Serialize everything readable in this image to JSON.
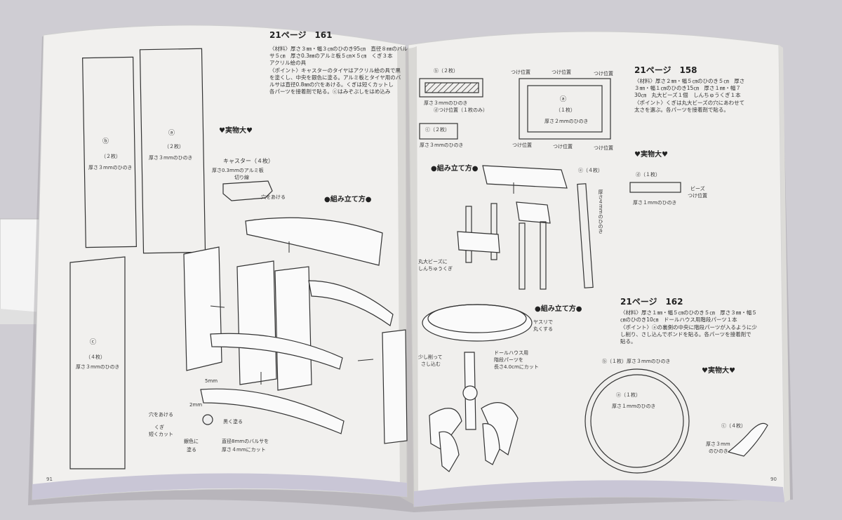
{
  "left_page": {
    "title": "21ページ　161",
    "materials": "〈材料〉厚さ３㎜・幅３㎝のひのき95㎝　直径８㎜のバル",
    "materials_2": "サ５㎝　厚さ0.3㎜のアルミ板５㎝×５㎝　くぎ３本",
    "materials_3": "アクリル絵の具",
    "point": "〈ポイント〉キャスターのタイヤはアクリル絵の具で黒",
    "point_2": "を塗くし、中央を銀色に塗る。アルミ板とタイヤ用のバ",
    "point_3": "ルサは直径0.8㎜の穴をあける。くぎは短くカットし",
    "point_4": "各パーツを接着剤で貼る。ⓒはみぞぶしをはめ込み",
    "section_actual": "♥実物大♥",
    "section_assembly": "●組み立て方●",
    "caster_label": "キャスター（４枚）",
    "caster_sub": "厚さ0.3mmのアルミ板",
    "caster_cut": "切り線",
    "caster_hole": "穴をあける",
    "part_b": "ⓑ",
    "part_b_qty": "（２枚）",
    "part_b_desc": "厚さ３mmのひのき",
    "part_a": "ⓐ",
    "part_a_qty": "（２枚）",
    "part_a_desc": "厚さ３mmのひのき",
    "part_c": "ⓒ",
    "part_c_qty": "（４枚）",
    "part_c_desc": "厚さ３mmのひのき",
    "wheel_dim1": "5mm",
    "wheel_dim2": "2mm",
    "wheel_hole": "穴をあける",
    "wheel_nail": "くぎ",
    "wheel_nail2": "短くカット",
    "wheel_silver": "銀色に",
    "wheel_silver2": "塗る",
    "wheel_black": "黒く塗る",
    "wheel_balsa": "直径8mmのバルサを",
    "wheel_balsa2": "厚さ４mmにカット",
    "page_number": "91"
  },
  "right_page": {
    "title_158": "21ページ　158",
    "mat_158": "〈材料〉厚さ２㎜・幅５㎝のひのき５㎝　厚さ",
    "mat_158_2": "３㎜・幅１㎝のひのき15㎝　厚さ１㎜・幅７",
    "mat_158_3": "30㎝　丸大ビーズ１個　しんちゅうくぎ１本",
    "point_158": "〈ポイント〉くぎは丸大ビーズの穴にあわせて",
    "point_158_2": "太さを選ぶ。各パーツを接着剤で貼る。",
    "section_actual": "♥実物大♥",
    "part_d": "ⓓ（１枚）",
    "part_d_desc": "厚さ１mmのひのき",
    "part_d_beads": "ビーズ",
    "part_d_beads2": "つけ位置",
    "part_b2": "ⓑ（２枚）",
    "part_b2_desc": "厚さ３mmのひのき",
    "part_b2_pos": "ⓓつけ位置（１枚のみ）",
    "part_c2": "ⓒ（２枚）",
    "part_c2_desc": "厚さ３mmのひのき",
    "part_a2": "ⓐ",
    "part_a2_qty": "（１枚）",
    "part_a2_desc": "厚さ２mmのひのき",
    "attach_pos": "つけ位置",
    "section_assembly_1": "●組み立て方●",
    "part_e": "ⓔ（４枚）",
    "part_e_desc": "厚さ４mmのひのき",
    "bead_note": "丸大ビーズに",
    "bead_note2": "しんちゅうくぎ",
    "section_assembly_2": "●組み立て方●",
    "file_note": "ヤスリで",
    "file_note2": "丸くする",
    "slight_note": "少し削って",
    "slight_note2": "さし込む",
    "dollhouse_note": "ドールハウス用",
    "dollhouse_note2": "階段パーツを",
    "dollhouse_note3": "長さ4.0cmにカット",
    "title_162": "21ページ　162",
    "mat_162": "〈材料〉厚さ１㎜・幅５㎝のひのき５㎝　厚さ３㎜・幅５",
    "mat_162_2": "㎝のひのき10㎝　ドールハウス用階段パーツ１本",
    "point_162": "〈ポイント〉ⓐの裏側の中央に階段パーツが入るように少",
    "point_162_2": "し削り、さし込んでボンドを貼る。各パーツを接着剤で",
    "point_162_3": "貼る。",
    "section_actual_2": "♥実物大♥",
    "part_b3": "ⓑ（１枚）厚さ３mmのひのき",
    "part_a3": "ⓐ（１枚）",
    "part_a3_desc": "厚さ１mmのひのき",
    "part_c3": "ⓒ（４枚）",
    "part_c3_desc": "厚さ３mm",
    "part_c3_desc2": "のひのき",
    "page_number": "90"
  },
  "colors": {
    "background": "#cfcdd3",
    "paper": "#f1f0ee",
    "ink": "#222222",
    "strip": "#c9c6d6"
  }
}
